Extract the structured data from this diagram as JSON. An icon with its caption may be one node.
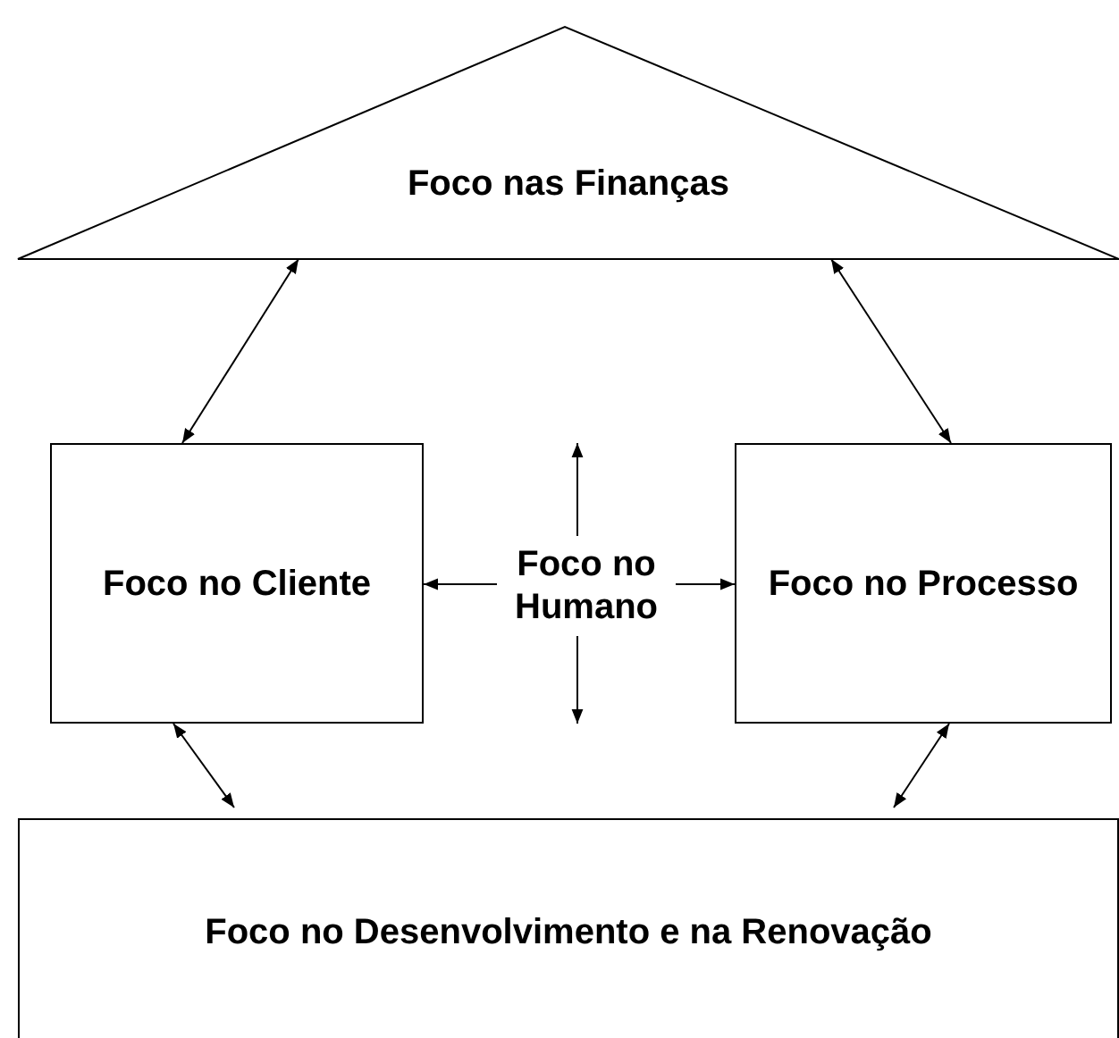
{
  "diagram": {
    "nodes": [
      {
        "text": [
          "Foco nas Finanças"
        ]
      },
      {
        "text": [
          "Foco no Cliente"
        ]
      },
      {
        "text": [
          "Foco no Humano"
        ]
      },
      {
        "text": [
          "Foco no Processo"
        ]
      },
      {
        "text": [
          "Foco no Desenvolvimento e na Renovação"
        ]
      }
    ],
    "edges": [
      {
        "from": 0,
        "to": 1,
        "arrow": "both"
      },
      {
        "from": 0,
        "to": 3,
        "arrow": "both"
      },
      {
        "from": 2,
        "to": 1,
        "arrow": "to"
      },
      {
        "from": 2,
        "to": 3,
        "arrow": "to"
      },
      {
        "from": 2,
        "to": null,
        "arrow": "to"
      },
      {
        "from": 2,
        "to": null,
        "arrow": "to"
      },
      {
        "from": 1,
        "to": 4,
        "arrow": "both"
      },
      {
        "from": 3,
        "to": 4,
        "arrow": "both"
      }
    ]
  }
}
